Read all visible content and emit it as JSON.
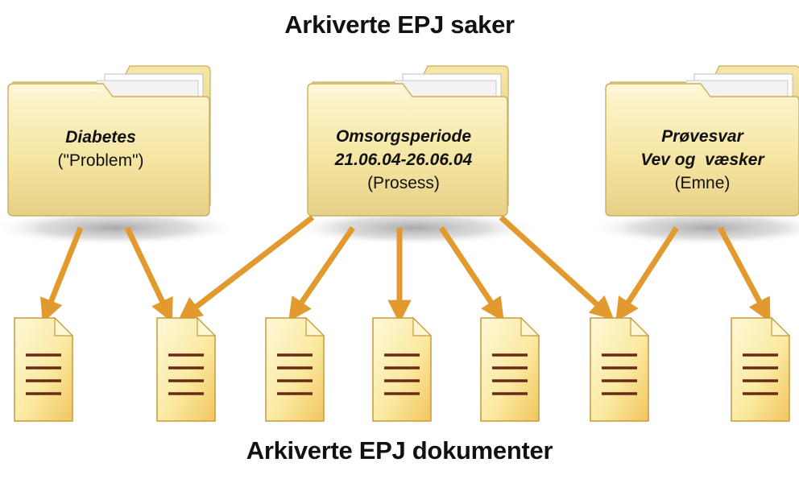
{
  "diagram": {
    "top_title": "Arkiverte EPJ saker",
    "bottom_title": "Arkiverte EPJ dokumenter",
    "folders": [
      {
        "title_lines": [
          "Diabetes"
        ],
        "kind": "(\"Problem\")"
      },
      {
        "title_lines": [
          "Omsorgsperiode",
          "21.06.04-26.06.04"
        ],
        "kind": "(Prosess)"
      },
      {
        "title_lines": [
          "Prøvesvar",
          "Vev og  væsker"
        ],
        "kind": "(Emne)"
      }
    ],
    "document_count": 7,
    "links": [
      {
        "from_folder": 1,
        "to_document": 1
      },
      {
        "from_folder": 1,
        "to_document": 2
      },
      {
        "from_folder": 2,
        "to_document": 2
      },
      {
        "from_folder": 2,
        "to_document": 3
      },
      {
        "from_folder": 2,
        "to_document": 4
      },
      {
        "from_folder": 2,
        "to_document": 5
      },
      {
        "from_folder": 2,
        "to_document": 6
      },
      {
        "from_folder": 3,
        "to_document": 6
      },
      {
        "from_folder": 3,
        "to_document": 7
      }
    ],
    "colors": {
      "arrow": "#E29A2E",
      "folder_light": "#FCF2C4",
      "folder_dark": "#E2CC84",
      "document_line": "#6B2A12"
    }
  }
}
